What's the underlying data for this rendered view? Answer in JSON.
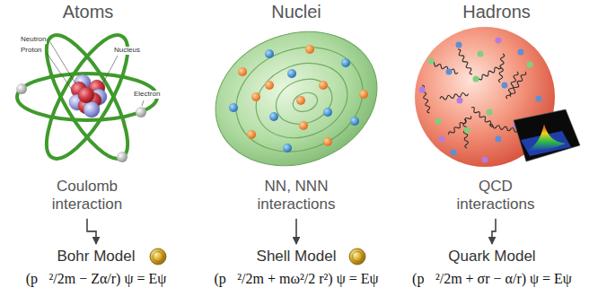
{
  "diagram": {
    "nodes": [
      {
        "text": [
          "Coulomb interaction"
        ]
      },
      {
        "text": [
          "NN, NNN interactions"
        ]
      },
      {
        "text": [
          "QCD interactions"
        ]
      },
      {
        "text": [
          "Bohr Model",
          "(p⃗²/2m − Zα/r) ψ = Eψ"
        ]
      },
      {
        "text": [
          "Shell Model",
          "(p⃗²/2m + mω²/2 r²) ψ = Eψ"
        ]
      },
      {
        "text": [
          "Quark Model",
          "(p⃗²/2m + σr − α/r) ψ = Eψ"
        ]
      }
    ],
    "edges": [
      {
        "from": 0,
        "to": 3,
        "arrow": "to"
      },
      {
        "from": 1,
        "to": 4,
        "arrow": "to"
      },
      {
        "from": 2,
        "to": 5,
        "arrow": "to"
      }
    ],
    "labels": [
      "Atoms",
      "Nuclei",
      "Hadrons",
      "Neutron",
      "Proton",
      "Nucleus",
      "Electron"
    ]
  }
}
